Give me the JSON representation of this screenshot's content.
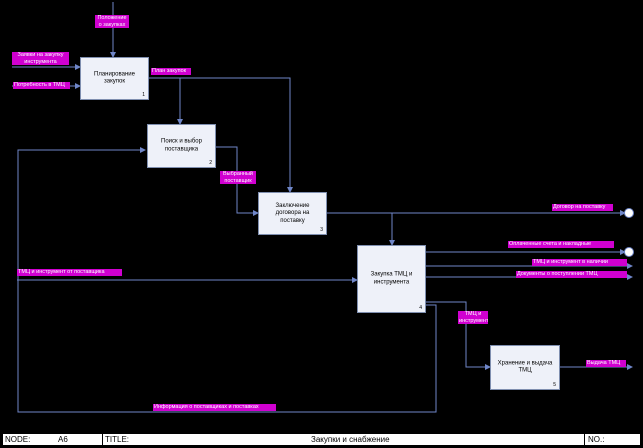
{
  "boxes": [
    {
      "title": "Планирование закупок",
      "num": "1"
    },
    {
      "title": "Поиск и выбор поставщика",
      "num": "2"
    },
    {
      "title": "Заключение договора на поставку",
      "num": "3"
    },
    {
      "title": "Закупка ТМЦ и инструмента",
      "num": "4"
    },
    {
      "title": "Хранение и выдача ТМЦ",
      "num": "5"
    }
  ],
  "arrows": {
    "top_control": "Положение о закупках",
    "input_1a": "Заявки на закупку инструмента",
    "input_1b": "Потребность в ТМЦ",
    "out_1": "План закупок",
    "out_2": "Выбранный поставщик",
    "out_3": "Договор на поставку",
    "out_4a": "Оплаченные счета и накладные",
    "out_4b": "ТМЦ и инструмент в наличии",
    "out_4c": "Документы о поступлении ТМЦ",
    "out_4d": "ТМЦ и инструмент",
    "out_5": "Выдача ТМЦ",
    "input_4": "ТМЦ и инструмент от поставщика",
    "feedback": "Информация о поставщиках и поставках"
  },
  "footer": {
    "node_label": "NODE:",
    "node_value": "A6",
    "title_label": "TITLE:",
    "title_value": "Закупки и снабжение",
    "no_label": "NO.:"
  },
  "colors": {
    "background": "#000000",
    "box_fill": "#eef1f9",
    "arrow": "#6f86c8",
    "label": "#d000d0"
  }
}
